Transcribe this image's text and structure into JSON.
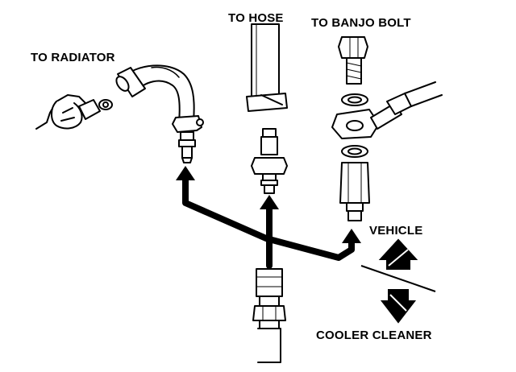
{
  "labels": {
    "to_radiator": "TO RADIATOR",
    "to_hose": "TO HOSE",
    "to_banjo_bolt": "TO BANJO BOLT",
    "vehicle": "VEHICLE",
    "cooler_cleaner": "COOLER CLEANER"
  },
  "icons": {
    "vehicle_direction": "arrow-up-icon",
    "cleaner_direction": "arrow-down-icon"
  },
  "colors": {
    "ink": "#000000",
    "paper": "#ffffff"
  }
}
